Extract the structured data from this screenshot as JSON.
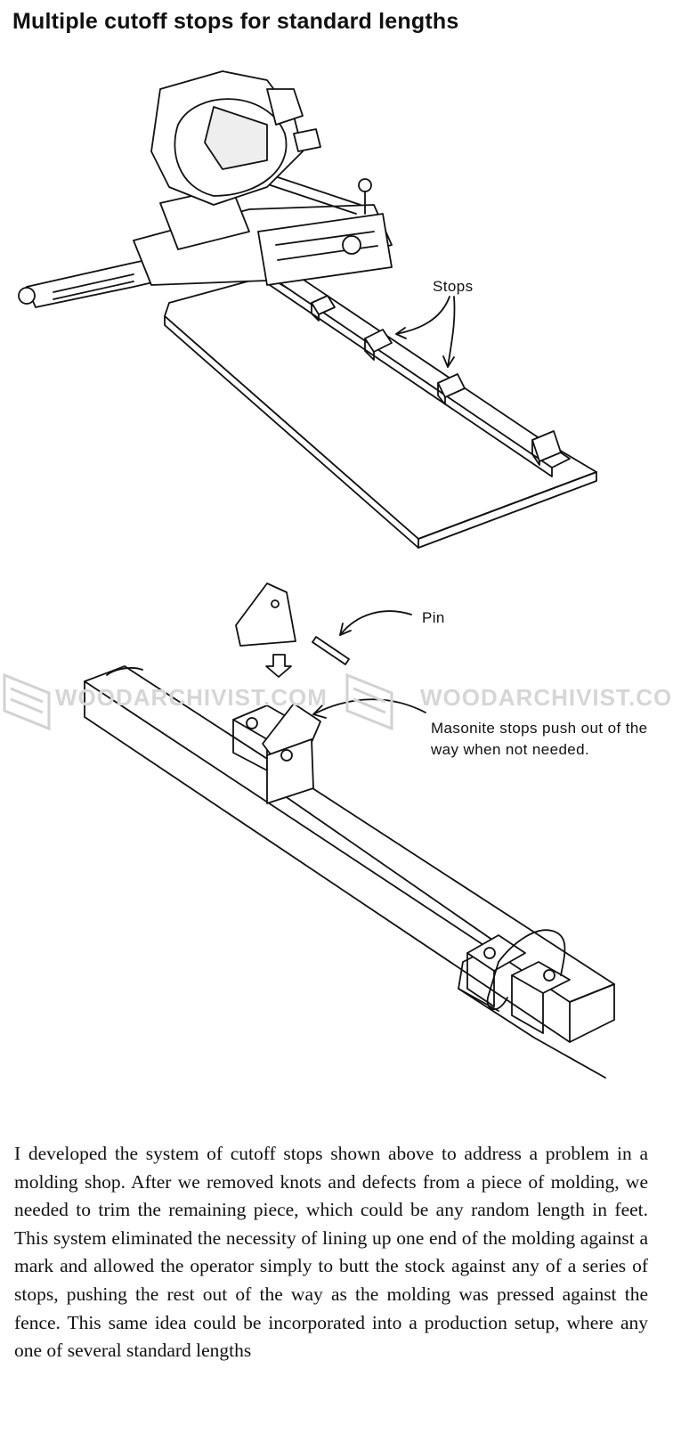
{
  "title": "Multiple cutoff stops for standard lengths",
  "figure1": {
    "label_stops": "Stops"
  },
  "figure2": {
    "label_pin": "Pin",
    "label_masonite": "Masonite stops push out of the way when not needed.",
    "watermark_text": "WOODARCHIVIST.COM"
  },
  "body_text": "I developed the system of cutoff stops shown above to address a problem in a molding shop. After we removed knots and defects from a piece of molding, we needed to trim the remaining piece, which could be any random length in feet. This system eliminated the necessity of lining up one end of the molding against a mark and allowed the operator simply to butt the stock against any of a series of stops, pushing the rest out of the way as the molding was pressed against the fence. This same idea could be incorporated into a production setup, where any one of several standard lengths"
}
